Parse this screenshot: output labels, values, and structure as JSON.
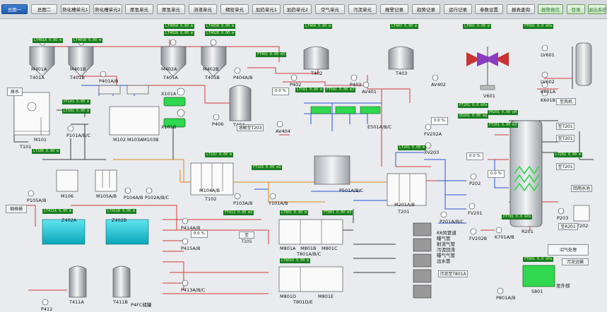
{
  "colors": {
    "pipe_red": "#d23b3b",
    "pipe_blue": "#2a55d8",
    "pipe_orange": "#d98a1e",
    "pipe_dark": "#333333",
    "tag_green": "#1a7d25",
    "agitator_green": "#2fd84e",
    "tank_cyan": "#19c7d6",
    "nav_active": "#2a64b8"
  },
  "nav": {
    "buttons": [
      {
        "label": "总图一",
        "active": true
      },
      {
        "label": "总图二"
      },
      {
        "label": "熟化槽单元1"
      },
      {
        "label": "熟化槽单元2"
      },
      {
        "label": "尿氢单元"
      },
      {
        "label": "尿氢单元"
      },
      {
        "label": "溶液单元"
      },
      {
        "label": "精密单元"
      },
      {
        "label": "加药单元1"
      },
      {
        "label": "加药单元2"
      },
      {
        "label": "空气单元"
      },
      {
        "label": "污泥单元"
      },
      {
        "label": "报警记录"
      },
      {
        "label": "趋势记录"
      },
      {
        "label": "运行记录"
      },
      {
        "label": "参数设置"
      },
      {
        "label": "报表查询"
      },
      {
        "label": "报警报信",
        "green": true
      },
      {
        "label": "登录",
        "green": true
      },
      {
        "label": "退出系统",
        "green": true
      }
    ]
  },
  "equipment": {
    "tanks": [
      {
        "id": "M401A",
        "label": "M401A"
      },
      {
        "id": "T401A",
        "label": "T401A"
      },
      {
        "id": "M401B",
        "label": "M401B"
      },
      {
        "id": "T401B",
        "label": "T401B"
      },
      {
        "id": "M402A",
        "label": "M402A"
      },
      {
        "id": "T405A",
        "label": "T405A"
      },
      {
        "id": "M402B",
        "label": "M402B"
      },
      {
        "id": "T405B",
        "label": "T405B"
      },
      {
        "id": "T402",
        "label": "T402"
      },
      {
        "id": "T404",
        "label": "T404"
      },
      {
        "id": "T403",
        "label": "T403"
      },
      {
        "id": "T101",
        "label": "T101"
      },
      {
        "id": "M101",
        "label": "M101"
      },
      {
        "id": "M106",
        "label": "M106"
      },
      {
        "id": "T102",
        "label": "T102"
      },
      {
        "id": "M104",
        "label": "M104A/B"
      },
      {
        "id": "T201",
        "label": "T201"
      },
      {
        "id": "M201",
        "label": "M201A/B"
      },
      {
        "id": "R201",
        "label": "R201"
      },
      {
        "id": "T202",
        "label": "T202"
      },
      {
        "id": "T411A",
        "label": "T411A"
      },
      {
        "id": "T411B",
        "label": "T411B"
      },
      {
        "id": "M801A",
        "label": "M801A"
      },
      {
        "id": "M801B",
        "label": "M801B"
      },
      {
        "id": "M801C",
        "label": "M801C"
      },
      {
        "id": "T801",
        "label": "T801A/B/C"
      },
      {
        "id": "M801D",
        "label": "M801D"
      },
      {
        "id": "M801E",
        "label": "M801E"
      },
      {
        "id": "T801DE",
        "label": "T801D/E"
      },
      {
        "id": "S801",
        "label": "S801"
      },
      {
        "id": "V601",
        "label": "V601"
      },
      {
        "id": "M102",
        "label": "M102"
      },
      {
        "id": "M103A",
        "label": "M103A"
      },
      {
        "id": "M103B",
        "label": "M103B"
      },
      {
        "id": "M105",
        "label": "M105A/B"
      },
      {
        "id": "X101A",
        "label": "X101A"
      },
      {
        "id": "X101B",
        "label": "X101B"
      }
    ],
    "pumps": [
      {
        "label": "P401A/B"
      },
      {
        "label": "P404A/B"
      },
      {
        "label": "P402"
      },
      {
        "label": "P403"
      },
      {
        "label": "AV402"
      },
      {
        "label": "AV401"
      },
      {
        "label": "P101A/B/C"
      },
      {
        "label": "P406"
      },
      {
        "label": "AV404"
      },
      {
        "label": "P105A/B"
      },
      {
        "label": "P104A/B"
      },
      {
        "label": "P102A/B/C"
      },
      {
        "label": "P103A/B"
      },
      {
        "label": "Y101A/B"
      },
      {
        "label": "P201A/B/C"
      },
      {
        "label": "P202"
      },
      {
        "label": "P203"
      },
      {
        "label": "FV201"
      },
      {
        "label": "FV202A"
      },
      {
        "label": "FV202B"
      },
      {
        "label": "XV203"
      },
      {
        "label": "P414A/B"
      },
      {
        "label": "P415A/B"
      },
      {
        "label": "P413A/B/C"
      },
      {
        "label": "P412"
      },
      {
        "label": "K701A/B"
      },
      {
        "label": "P801A/B"
      },
      {
        "label": "K601A"
      },
      {
        "label": "K601B"
      },
      {
        "label": "LV601"
      },
      {
        "label": "LV602"
      }
    ],
    "misc": [
      {
        "label": "E501A/B/C"
      },
      {
        "label": "P501A/B/C"
      },
      {
        "label": "Z402A"
      },
      {
        "label": "Z402B"
      },
      {
        "label": "P4FC储罐"
      }
    ]
  },
  "boxes": {
    "water_in": "原水",
    "grille": "细格栅",
    "room_t105": "至T105",
    "room_t203": "溶解至T203",
    "to_t201_1": "至T201",
    "to_t201_2": "至T201",
    "to_t201_3": "至T201",
    "reuse": "回用水池",
    "to_r201": "至R201",
    "to_t801": "污泥至T801A",
    "air_flow": "至风机",
    "biogas": "沼气处理",
    "sludge": "污泥运输",
    "to_outside": "至外部"
  },
  "legend": [
    "K6风管道",
    "曝气管",
    "射流气管",
    "污泥回流",
    "曝气气管",
    "出水管"
  ],
  "tags": {
    "t1": "LT401A  0.00 m",
    "t2": "LT401B  0.00 m",
    "t3": "LT402A  0.00 m",
    "t4": "LT402B  0.00 m",
    "t5": "LT405A  0.00 m",
    "t6": "LT405B  0.00 m",
    "t7": "FT402  0.00 m3",
    "t8": "LT404  0.00 m",
    "t9": "LT403  0.00 m",
    "t10": "LT601  0.00 m",
    "t11": "PT601  0.0 kPa",
    "t12": "PT101  0.00 m",
    "t13": "LT101  0.00 m",
    "t14": "LT106  0.00 m",
    "t15": "LT102  0.00 m",
    "t16": "FT103  0.00 m3",
    "t17": "LT201  0.00 m",
    "t18": "PT201  0.0 kPa",
    "t19": "DO201  0.00 mg",
    "t20": "LT202  0.00 m",
    "t21": "LT411A  0.00 m",
    "t22": "LT411B  0.00 m",
    "t23": "FT413  0.00 m3",
    "t24": "LT801  0.00 m",
    "t25": "FT801  0.00 m3",
    "t26": "LT801D  0.00 m",
    "t27": "PT801  0.0 kPa",
    "t28": "LT501  0.00 m",
    "t29": "FT501  0.00 m3",
    "t30": "PH201  0.00 pH",
    "t31": "FT201  0.00 m3",
    "t32": "PT701  0.0 kPa",
    "v1": "0.0 %",
    "v2": "0.0 %",
    "v3": "0.0 %",
    "v4": "0.0 %",
    "v5": "0.0 %"
  }
}
